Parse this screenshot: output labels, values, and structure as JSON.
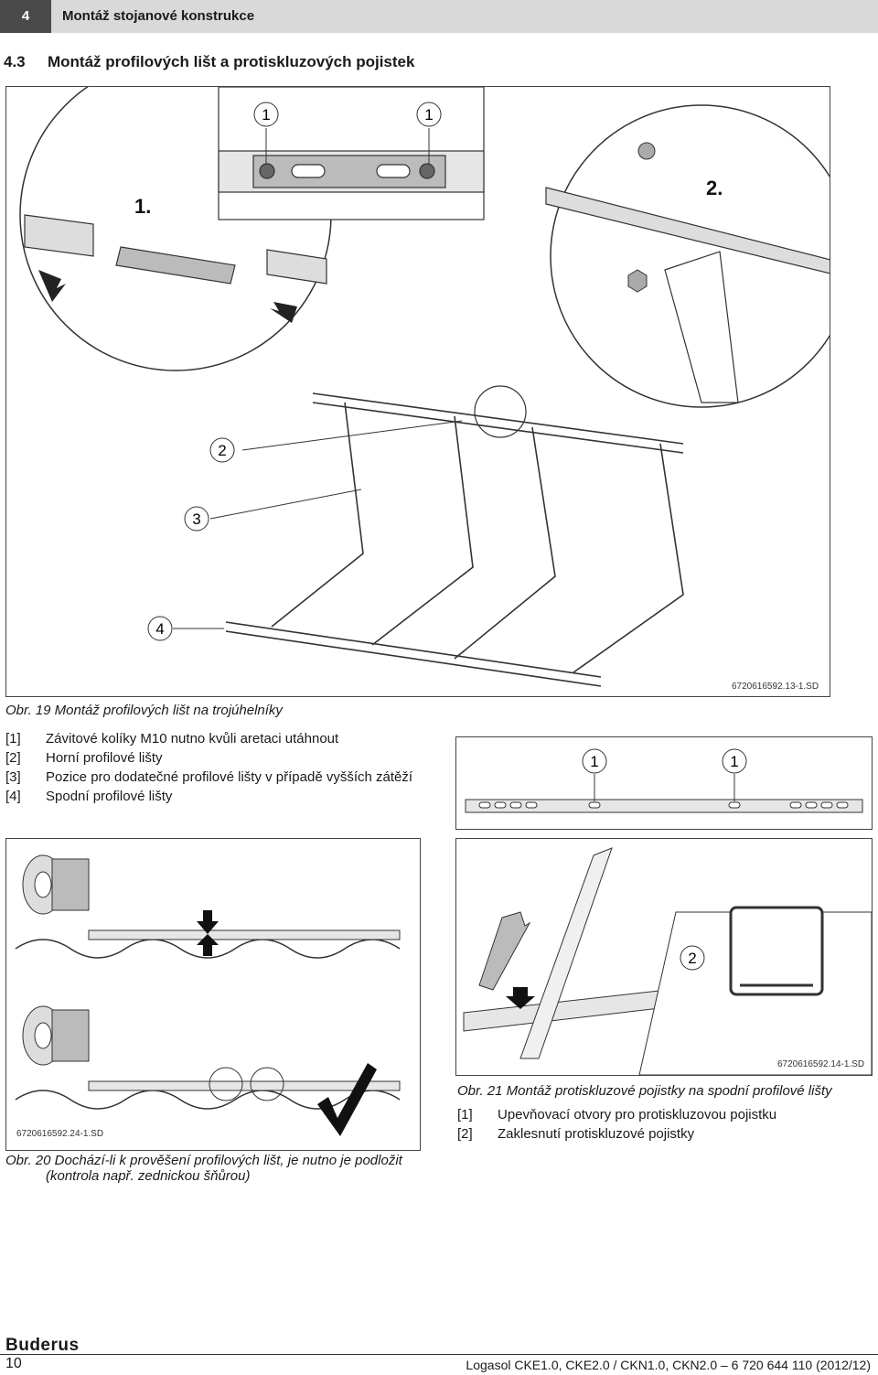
{
  "header": {
    "chapter_num": "4",
    "chapter_title": "Montáž stojanové konstrukce"
  },
  "section": {
    "num": "4.3",
    "title": "Montáž profilových lišt a protiskluzových pojistek"
  },
  "fig19": {
    "code": "6720616592.13-1.SD",
    "step1": "1.",
    "step2": "2.",
    "callout_1": "1",
    "callout_2": "2",
    "callout_3": "3",
    "callout_4": "4",
    "caption_label": "Obr. 19",
    "caption_text": "Montáž profilových lišt na trojúhelníky",
    "legend": [
      {
        "key": "[1]",
        "text": "Závitové kolíky M10 nutno kvůli aretaci utáhnout"
      },
      {
        "key": "[2]",
        "text": "Horní profilové lišty"
      },
      {
        "key": "[3]",
        "text": "Pozice pro dodatečné profilové lišty v případě vyšších zátěží"
      },
      {
        "key": "[4]",
        "text": "Spodní profilové lišty"
      }
    ],
    "detail_callout_1": "1"
  },
  "fig20": {
    "code": "6720616592.24-1.SD",
    "caption_label": "Obr. 20",
    "caption_text": "Dochází-li k prověšení profilových lišt, je nutno je podložit",
    "caption_text2": "(kontrola např. zednickou šňůrou)"
  },
  "fig21": {
    "code": "6720616592.14-1.SD",
    "callout_2": "2",
    "caption_label": "Obr. 21",
    "caption_text": "Montáž protiskluzové pojistky na spodní profilové lišty",
    "legend": [
      {
        "key": "[1]",
        "text": "Upevňovací otvory pro protiskluzovou pojistku"
      },
      {
        "key": "[2]",
        "text": "Zaklesnutí protiskluzové pojistky"
      }
    ]
  },
  "footer": {
    "brand": "Buderus",
    "page": "10",
    "doc": "Logasol CKE1.0, CKE2.0 / CKN1.0, CKN2.0 – 6 720 644 110 (2012/12)"
  }
}
